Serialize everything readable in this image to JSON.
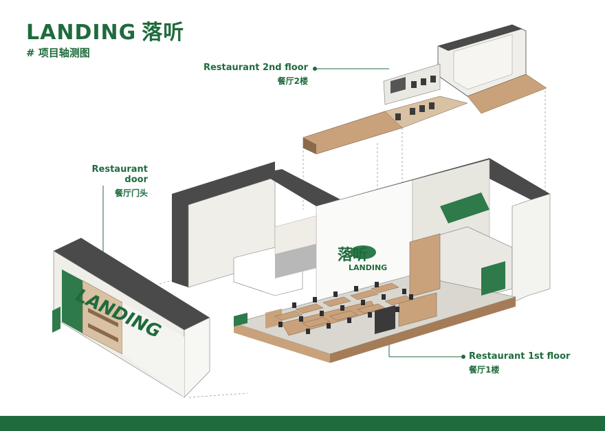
{
  "header": {
    "brand_en": "LANDING",
    "brand_cn": "落听",
    "subtitle": "# 项目轴测图"
  },
  "labels": {
    "floor2_en": "Restaurant 2nd floor",
    "floor2_cn": "餐厅2楼",
    "door_en": "Restaurant door",
    "door_cn": "餐厅门头",
    "floor1_en": "Restaurant 1st floor",
    "floor1_cn": "餐厅1楼"
  },
  "signage": {
    "logo_cn": "落听",
    "logo_en": "LANDING",
    "door_sign": "LANDING"
  },
  "colors": {
    "brand_green": "#1f6b3d",
    "wood": "#c9a27c",
    "dark_gray": "#4a4a4a",
    "wall": "#efeee9"
  }
}
